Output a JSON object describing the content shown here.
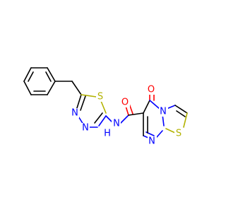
{
  "molecule": {
    "atoms": {
      "s_thiadiazole": {
        "text": "S"
      },
      "n_thiadiazole_a": {
        "text": "N"
      },
      "n_thiadiazole_b": {
        "text": "N"
      },
      "nh_amide": {
        "text": "N"
      },
      "h_amide": {
        "text": "H"
      },
      "o_amide": {
        "text": "O"
      },
      "o_keto": {
        "text": "O"
      },
      "n_ring_junction": {
        "text": "N"
      },
      "n_pyrimidine": {
        "text": "N"
      },
      "s_thiazole": {
        "text": "S"
      }
    },
    "colors": {
      "carbon_bond": "#000000",
      "sulfur": "#b2b200",
      "nitrogen": "#0000ff",
      "oxygen": "#ff0000",
      "background": "#ffffff"
    }
  }
}
